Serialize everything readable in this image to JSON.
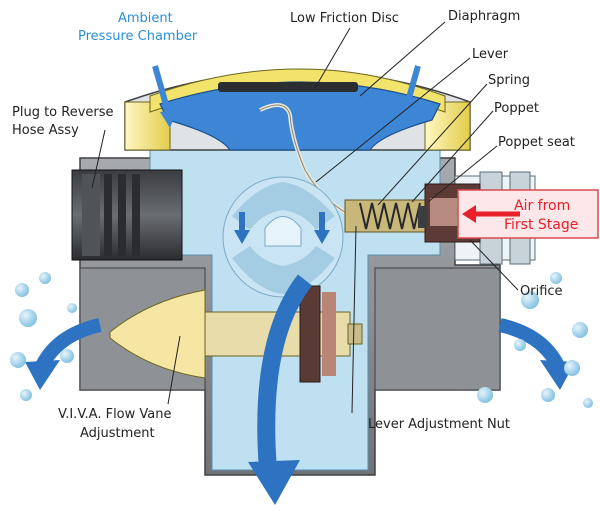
{
  "labels": {
    "ambient_1": "Ambient",
    "ambient_2": "Pressure Chamber",
    "low_friction_disc": "Low Friction Disc",
    "diaphragm": "Diaphragm",
    "lever": "Lever",
    "spring": "Spring",
    "poppet": "Poppet",
    "poppet_seat": "Poppet seat",
    "plug_1": "Plug to Reverse",
    "plug_2": "Hose Assy",
    "air_1": "Air from",
    "air_2": "First Stage",
    "orifice": "Orifice",
    "viva_1": "V.I.V.A. Flow Vane",
    "viva_2": "Adjustment",
    "lever_adjustment_nut": "Lever Adjustment Nut"
  },
  "colors": {
    "housing_gray": "#8c8f94",
    "housing_dark": "#55585c",
    "chamber_blue": "#b9dcef",
    "diaphragm_blue": "#3d86d6",
    "cover_yellow": "#f2e36b",
    "flow_arrow_blue": "#2e73c2",
    "bubble_blue": "#9fcfe8",
    "air_red": "#e8202a",
    "brass": "#c9b77a",
    "text_blue": "#2c8fd4"
  }
}
